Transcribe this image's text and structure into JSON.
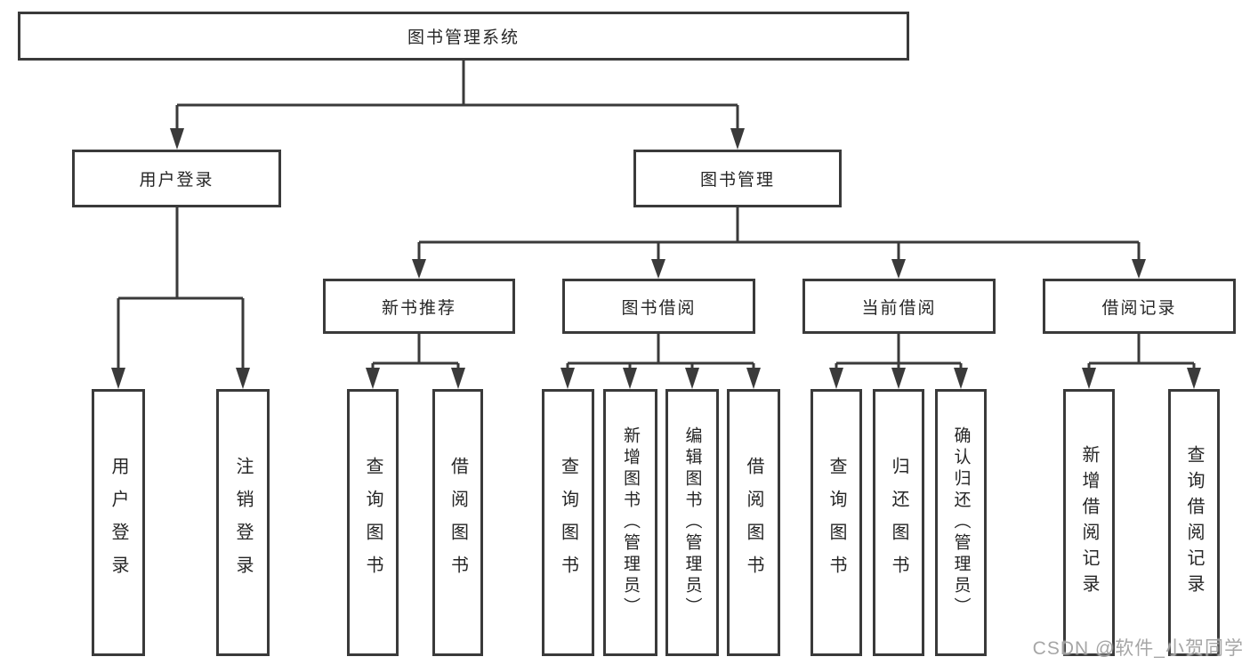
{
  "watermark": "CSDN @软件_小贺同学",
  "colors": {
    "line": "#3a3a3a",
    "box_border": "#3a3a3a",
    "text": "#262626",
    "box_background": "#ffffff",
    "watermark": "#9e9e9e"
  },
  "tree": {
    "root": {
      "label": "图书管理系统"
    },
    "children": [
      {
        "label": "用户登录",
        "children": [
          {
            "label": "用户登录"
          },
          {
            "label": "注销登录"
          }
        ]
      },
      {
        "label": "图书管理",
        "children": [
          {
            "label": "新书推荐",
            "children": [
              {
                "label": "查询图书"
              },
              {
                "label": "借阅图书"
              }
            ]
          },
          {
            "label": "图书借阅",
            "children": [
              {
                "label": "查询图书"
              },
              {
                "label": "新增图书（管理员）"
              },
              {
                "label": "编辑图书（管理员）"
              },
              {
                "label": "借阅图书"
              }
            ]
          },
          {
            "label": "当前借阅",
            "children": [
              {
                "label": "查询图书"
              },
              {
                "label": "归还图书"
              },
              {
                "label": "确认归还（管理员）"
              }
            ]
          },
          {
            "label": "借阅记录",
            "children": [
              {
                "label": "新增借阅记录"
              },
              {
                "label": "查询借阅记录"
              }
            ]
          }
        ]
      }
    ]
  }
}
